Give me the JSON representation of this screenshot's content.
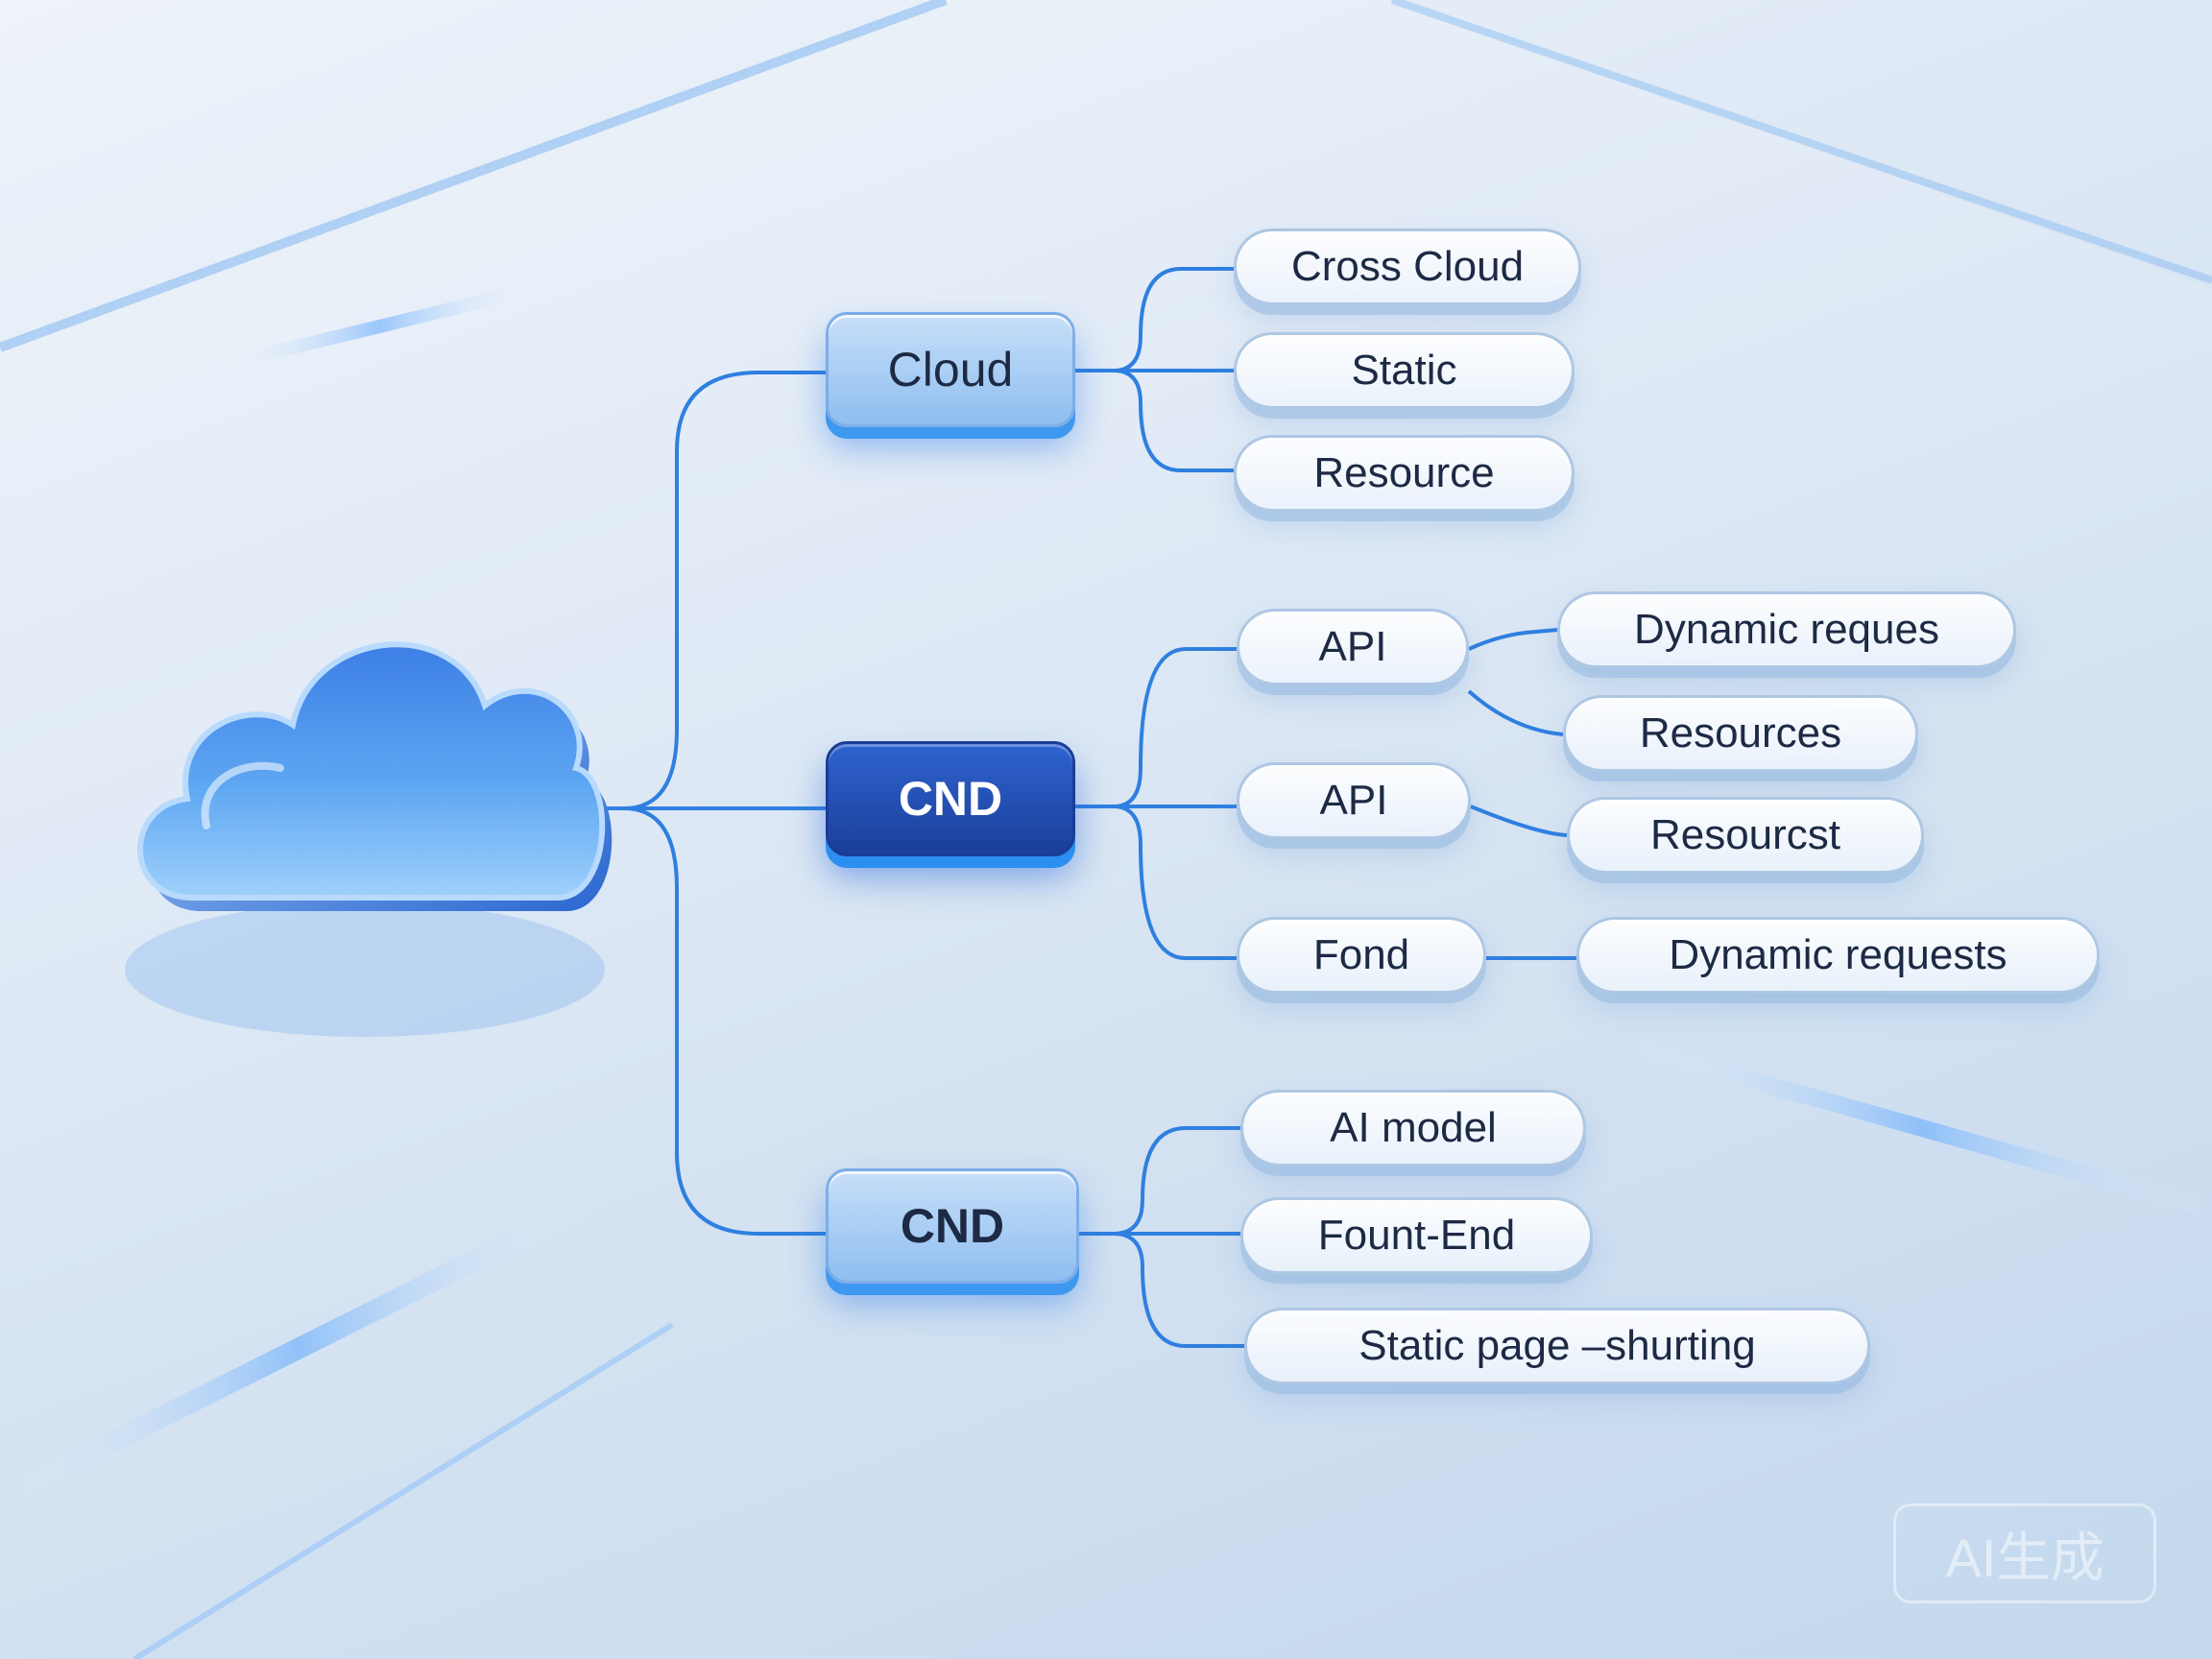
{
  "colors": {
    "accent": "#2b7de0",
    "dark_node": "#1f4fb5",
    "line": "#2f7fe0"
  },
  "icons": {
    "root": "cloud-icon"
  },
  "nodes": {
    "cloud": "Cloud",
    "cnd_1": "CND",
    "cnd_2": "CND",
    "cross_cloud": "Cross Cloud",
    "static": "Static",
    "resource": "Resource",
    "api_1": "API",
    "api_2": "API",
    "fond": "Fond",
    "dynamic_reques": "Dynamic reques",
    "resources": "Resources",
    "resourcst": "Resourcst",
    "dynamic_requests": "Dynamic requests",
    "ai_model": "AI model",
    "fount_end": "Fount-End",
    "static_page": "Static page –shurting"
  },
  "watermark": "AI生成"
}
